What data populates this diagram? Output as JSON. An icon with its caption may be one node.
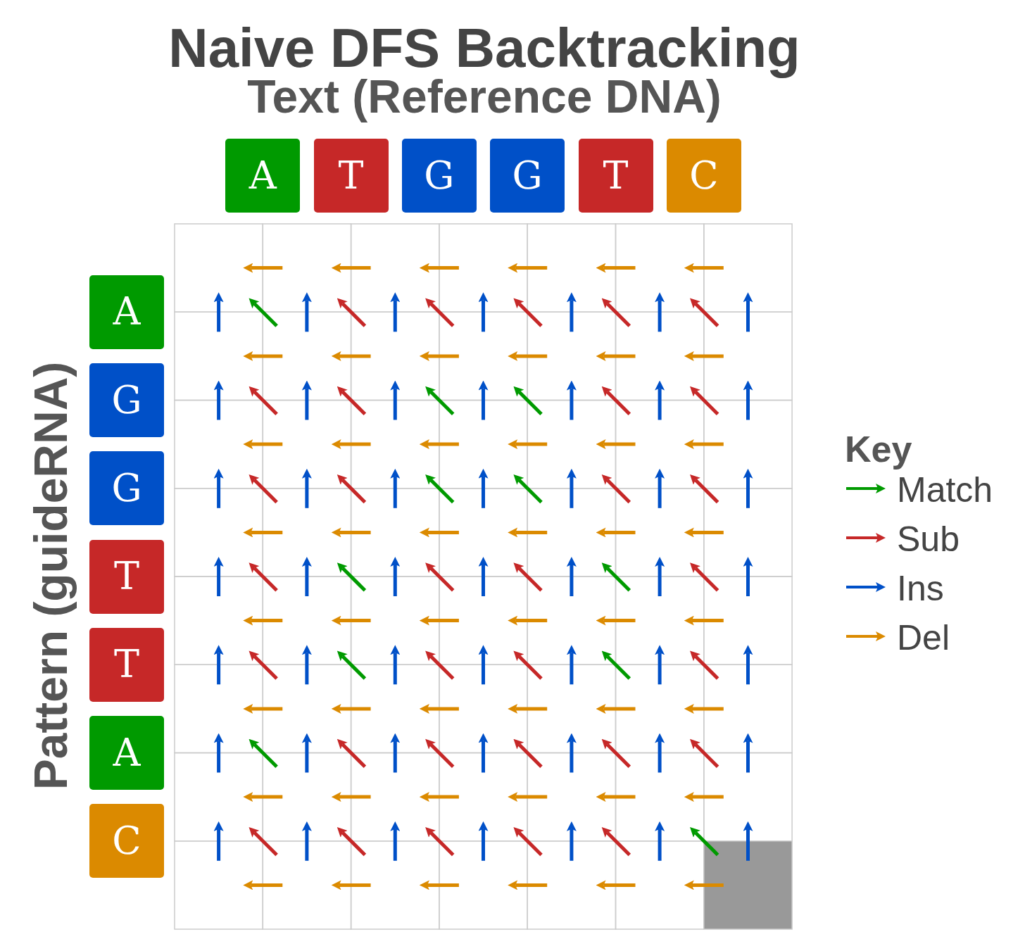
{
  "diagram": {
    "title": "Naive DFS Backtracking",
    "nodes": [
      {
        "text": [
          "A"
        ]
      },
      {
        "text": [
          "T"
        ]
      },
      {
        "text": [
          "G"
        ]
      },
      {
        "text": [
          "G"
        ]
      },
      {
        "text": [
          "T"
        ]
      },
      {
        "text": [
          "C"
        ]
      },
      {
        "text": [
          "A"
        ]
      },
      {
        "text": [
          "G"
        ]
      },
      {
        "text": [
          "G"
        ]
      },
      {
        "text": [
          "T"
        ]
      },
      {
        "text": [
          "T"
        ]
      },
      {
        "text": [
          "A"
        ]
      },
      {
        "text": [
          "C"
        ]
      },
      {
        "text": [],
        "shape": "box"
      },
      {
        "text": [],
        "shape": "box"
      },
      {
        "text": [],
        "shape": "box"
      },
      {
        "text": [],
        "shape": "box"
      },
      {
        "text": [],
        "shape": "box"
      },
      {
        "text": [],
        "shape": "box"
      },
      {
        "text": [],
        "shape": "box"
      },
      {
        "text": [],
        "shape": "box"
      },
      {
        "text": [],
        "shape": "box"
      },
      {
        "text": [],
        "shape": "box"
      },
      {
        "text": [],
        "shape": "box"
      },
      {
        "text": [],
        "shape": "box"
      },
      {
        "text": [],
        "shape": "box"
      },
      {
        "text": [],
        "shape": "box"
      },
      {
        "text": [],
        "shape": "box"
      },
      {
        "text": [],
        "shape": "box"
      },
      {
        "text": [],
        "shape": "box"
      },
      {
        "text": [],
        "shape": "box"
      },
      {
        "text": [],
        "shape": "box"
      },
      {
        "text": [],
        "shape": "box"
      },
      {
        "text": [],
        "shape": "box"
      },
      {
        "text": [],
        "shape": "box"
      },
      {
        "text": [],
        "shape": "box"
      },
      {
        "text": [],
        "shape": "box"
      },
      {
        "text": [],
        "shape": "box"
      },
      {
        "text": [],
        "shape": "box"
      },
      {
        "text": [],
        "shape": "box"
      },
      {
        "text": [],
        "shape": "box"
      },
      {
        "text": [],
        "shape": "box"
      },
      {
        "text": [],
        "shape": "box"
      },
      {
        "text": [],
        "shape": "box"
      },
      {
        "text": [],
        "shape": "box"
      },
      {
        "text": [],
        "shape": "box"
      },
      {
        "text": [],
        "shape": "box"
      },
      {
        "text": [],
        "shape": "box"
      },
      {
        "text": [],
        "shape": "box"
      },
      {
        "text": [],
        "shape": "box"
      },
      {
        "text": [],
        "shape": "box"
      },
      {
        "text": [],
        "shape": "box"
      },
      {
        "text": [],
        "shape": "box"
      },
      {
        "text": [],
        "shape": "box"
      },
      {
        "text": [],
        "shape": "box"
      },
      {
        "text": [],
        "shape": "box"
      },
      {
        "text": [],
        "shape": "box"
      },
      {
        "text": [],
        "shape": "box"
      },
      {
        "text": [],
        "shape": "box"
      },
      {
        "text": [],
        "shape": "box"
      },
      {
        "text": [],
        "shape": "box"
      },
      {
        "text": [],
        "shape": "box"
      },
      {
        "text": [],
        "shape": "box"
      },
      {
        "text": [],
        "shape": "box"
      },
      {
        "text": [],
        "shape": "box"
      },
      {
        "text": [],
        "shape": "box"
      },
      {
        "text": [],
        "shape": "box"
      },
      {
        "text": [],
        "shape": "box"
      },
      {
        "text": [],
        "shape": "box"
      }
    ],
    "edges": [
      {
        "from": 14,
        "to": 13,
        "arrow": "to",
        "color": "#db8a00"
      },
      {
        "from": 15,
        "to": 14,
        "arrow": "to",
        "color": "#db8a00"
      },
      {
        "from": 16,
        "to": 15,
        "arrow": "to",
        "color": "#db8a00"
      },
      {
        "from": 17,
        "to": 16,
        "arrow": "to",
        "color": "#db8a00"
      },
      {
        "from": 18,
        "to": 17,
        "arrow": "to",
        "color": "#db8a00"
      },
      {
        "from": 19,
        "to": 18,
        "arrow": "to",
        "color": "#db8a00"
      },
      {
        "from": 20,
        "to": 13,
        "arrow": "to"
      },
      {
        "from": 21,
        "to": 13,
        "arrow": "to",
        "color": "#009a00"
      },
      {
        "from": 21,
        "to": 14,
        "arrow": "to"
      },
      {
        "from": 22,
        "to": 14,
        "arrow": "to",
        "color": "#c62828"
      },
      {
        "from": 22,
        "to": 15,
        "arrow": "to"
      },
      {
        "from": 23,
        "to": 15,
        "arrow": "to",
        "color": "#c62828"
      },
      {
        "from": 23,
        "to": 16,
        "arrow": "to"
      },
      {
        "from": 24,
        "to": 16,
        "arrow": "to",
        "color": "#c62828"
      },
      {
        "from": 24,
        "to": 17,
        "arrow": "to"
      },
      {
        "from": 25,
        "to": 17,
        "arrow": "to",
        "color": "#c62828"
      },
      {
        "from": 25,
        "to": 18,
        "arrow": "to"
      },
      {
        "from": 26,
        "to": 18,
        "arrow": "to",
        "color": "#c62828"
      },
      {
        "from": 26,
        "to": 19,
        "arrow": "to"
      },
      {
        "from": 21,
        "to": 20,
        "arrow": "to",
        "color": "#db8a00"
      },
      {
        "from": 22,
        "to": 21,
        "arrow": "to",
        "color": "#db8a00"
      },
      {
        "from": 23,
        "to": 22,
        "arrow": "to",
        "color": "#db8a00"
      },
      {
        "from": 24,
        "to": 23,
        "arrow": "to",
        "color": "#db8a00"
      },
      {
        "from": 25,
        "to": 24,
        "arrow": "to",
        "color": "#db8a00"
      },
      {
        "from": 26,
        "to": 25,
        "arrow": "to",
        "color": "#db8a00"
      },
      {
        "from": 27,
        "to": 20,
        "arrow": "to"
      },
      {
        "from": 28,
        "to": 20,
        "arrow": "to",
        "color": "#c62828"
      },
      {
        "from": 28,
        "to": 21,
        "arrow": "to"
      },
      {
        "from": 29,
        "to": 21,
        "arrow": "to",
        "color": "#c62828"
      },
      {
        "from": 29,
        "to": 22,
        "arrow": "to"
      },
      {
        "from": 30,
        "to": 22,
        "arrow": "to",
        "color": "#009a00"
      },
      {
        "from": 30,
        "to": 23,
        "arrow": "to"
      },
      {
        "from": 31,
        "to": 23,
        "arrow": "to",
        "color": "#009a00"
      },
      {
        "from": 31,
        "to": 24,
        "arrow": "to"
      },
      {
        "from": 32,
        "to": 24,
        "arrow": "to",
        "color": "#c62828"
      },
      {
        "from": 32,
        "to": 25,
        "arrow": "to"
      },
      {
        "from": 33,
        "to": 25,
        "arrow": "to",
        "color": "#c62828"
      },
      {
        "from": 33,
        "to": 26,
        "arrow": "to"
      },
      {
        "from": 28,
        "to": 27,
        "arrow": "to",
        "color": "#db8a00"
      },
      {
        "from": 29,
        "to": 28,
        "arrow": "to",
        "color": "#db8a00"
      },
      {
        "from": 30,
        "to": 29,
        "arrow": "to",
        "color": "#db8a00"
      },
      {
        "from": 31,
        "to": 30,
        "arrow": "to",
        "color": "#db8a00"
      },
      {
        "from": 32,
        "to": 31,
        "arrow": "to",
        "color": "#db8a00"
      },
      {
        "from": 33,
        "to": 32,
        "arrow": "to",
        "color": "#db8a00"
      },
      {
        "from": 34,
        "to": 27,
        "arrow": "to"
      },
      {
        "from": 35,
        "to": 27,
        "arrow": "to",
        "color": "#c62828"
      },
      {
        "from": 35,
        "to": 28,
        "arrow": "to"
      },
      {
        "from": 36,
        "to": 28,
        "arrow": "to",
        "color": "#c62828"
      },
      {
        "from": 36,
        "to": 29,
        "arrow": "to"
      },
      {
        "from": 37,
        "to": 29,
        "arrow": "to",
        "color": "#009a00"
      },
      {
        "from": 37,
        "to": 30,
        "arrow": "to"
      },
      {
        "from": 38,
        "to": 30,
        "arrow": "to",
        "color": "#009a00"
      },
      {
        "from": 38,
        "to": 31,
        "arrow": "to"
      },
      {
        "from": 39,
        "to": 31,
        "arrow": "to",
        "color": "#c62828"
      },
      {
        "from": 39,
        "to": 32,
        "arrow": "to"
      },
      {
        "from": 40,
        "to": 32,
        "arrow": "to",
        "color": "#c62828"
      },
      {
        "from": 40,
        "to": 33,
        "arrow": "to"
      },
      {
        "from": 35,
        "to": 34,
        "arrow": "to",
        "color": "#db8a00"
      },
      {
        "from": 36,
        "to": 35,
        "arrow": "to",
        "color": "#db8a00"
      },
      {
        "from": 37,
        "to": 36,
        "arrow": "to",
        "color": "#db8a00"
      },
      {
        "from": 38,
        "to": 37,
        "arrow": "to",
        "color": "#db8a00"
      },
      {
        "from": 39,
        "to": 38,
        "arrow": "to",
        "color": "#db8a00"
      },
      {
        "from": 40,
        "to": 39,
        "arrow": "to",
        "color": "#db8a00"
      },
      {
        "from": 41,
        "to": 34,
        "arrow": "to"
      },
      {
        "from": 42,
        "to": 34,
        "arrow": "to",
        "color": "#c62828"
      },
      {
        "from": 42,
        "to": 35,
        "arrow": "to"
      },
      {
        "from": 43,
        "to": 35,
        "arrow": "to",
        "color": "#009a00"
      },
      {
        "from": 43,
        "to": 36,
        "arrow": "to"
      },
      {
        "from": 44,
        "to": 36,
        "arrow": "to",
        "color": "#c62828"
      },
      {
        "from": 44,
        "to": 37,
        "arrow": "to"
      },
      {
        "from": 45,
        "to": 37,
        "arrow": "to",
        "color": "#c62828"
      },
      {
        "from": 45,
        "to": 38,
        "arrow": "to"
      },
      {
        "from": 46,
        "to": 38,
        "arrow": "to",
        "color": "#009a00"
      },
      {
        "from": 46,
        "to": 39,
        "arrow": "to"
      },
      {
        "from": 47,
        "to": 39,
        "arrow": "to",
        "color": "#c62828"
      },
      {
        "from": 47,
        "to": 40,
        "arrow": "to"
      },
      {
        "from": 42,
        "to": 41,
        "arrow": "to",
        "color": "#db8a00"
      },
      {
        "from": 43,
        "to": 42,
        "arrow": "to",
        "color": "#db8a00"
      },
      {
        "from": 44,
        "to": 43,
        "arrow": "to",
        "color": "#db8a00"
      },
      {
        "from": 45,
        "to": 44,
        "arrow": "to",
        "color": "#db8a00"
      },
      {
        "from": 46,
        "to": 45,
        "arrow": "to",
        "color": "#db8a00"
      },
      {
        "from": 47,
        "to": 46,
        "arrow": "to",
        "color": "#db8a00"
      },
      {
        "from": 48,
        "to": 41,
        "arrow": "to"
      },
      {
        "from": 49,
        "to": 41,
        "arrow": "to",
        "color": "#c62828"
      },
      {
        "from": 49,
        "to": 42,
        "arrow": "to"
      },
      {
        "from": 50,
        "to": 42,
        "arrow": "to",
        "color": "#009a00"
      },
      {
        "from": 50,
        "to": 43,
        "arrow": "to"
      },
      {
        "from": 51,
        "to": 43,
        "arrow": "to",
        "color": "#c62828"
      },
      {
        "from": 51,
        "to": 44,
        "arrow": "to"
      },
      {
        "from": 52,
        "to": 44,
        "arrow": "to",
        "color": "#c62828"
      },
      {
        "from": 52,
        "to": 45,
        "arrow": "to"
      },
      {
        "from": 53,
        "to": 45,
        "arrow": "to",
        "color": "#009a00"
      },
      {
        "from": 53,
        "to": 46,
        "arrow": "to"
      },
      {
        "from": 54,
        "to": 46,
        "arrow": "to",
        "color": "#c62828"
      },
      {
        "from": 54,
        "to": 47,
        "arrow": "to"
      },
      {
        "from": 49,
        "to": 48,
        "arrow": "to",
        "color": "#db8a00"
      },
      {
        "from": 50,
        "to": 49,
        "arrow": "to",
        "color": "#db8a00"
      },
      {
        "from": 51,
        "to": 50,
        "arrow": "to",
        "color": "#db8a00"
      },
      {
        "from": 52,
        "to": 51,
        "arrow": "to",
        "color": "#db8a00"
      },
      {
        "from": 53,
        "to": 52,
        "arrow": "to",
        "color": "#db8a00"
      },
      {
        "from": 54,
        "to": 53,
        "arrow": "to",
        "color": "#db8a00"
      },
      {
        "from": 55,
        "to": 48,
        "arrow": "to"
      },
      {
        "from": 56,
        "to": 48,
        "arrow": "to",
        "color": "#009a00"
      },
      {
        "from": 56,
        "to": 49,
        "arrow": "to"
      },
      {
        "from": 57,
        "to": 49,
        "arrow": "to",
        "color": "#c62828"
      },
      {
        "from": 57,
        "to": 50,
        "arrow": "to"
      },
      {
        "from": 58,
        "to": 50,
        "arrow": "to",
        "color": "#c62828"
      },
      {
        "from": 58,
        "to": 51,
        "arrow": "to"
      },
      {
        "from": 59,
        "to": 51,
        "arrow": "to",
        "color": "#c62828"
      },
      {
        "from": 59,
        "to": 52,
        "arrow": "to"
      },
      {
        "from": 60,
        "to": 52,
        "arrow": "to",
        "color": "#c62828"
      },
      {
        "from": 60,
        "to": 53,
        "arrow": "to"
      },
      {
        "from": 61,
        "to": 53,
        "arrow": "to",
        "color": "#c62828"
      },
      {
        "from": 61,
        "to": 54,
        "arrow": "to"
      },
      {
        "from": 56,
        "to": 55,
        "arrow": "to",
        "color": "#db8a00"
      },
      {
        "from": 57,
        "to": 56,
        "arrow": "to",
        "color": "#db8a00"
      },
      {
        "from": 58,
        "to": 57,
        "arrow": "to",
        "color": "#db8a00"
      },
      {
        "from": 59,
        "to": 58,
        "arrow": "to",
        "color": "#db8a00"
      },
      {
        "from": 60,
        "to": 59,
        "arrow": "to",
        "color": "#db8a00"
      },
      {
        "from": 61,
        "to": 60,
        "arrow": "to",
        "color": "#db8a00"
      },
      {
        "from": 62,
        "to": 55,
        "arrow": "to"
      },
      {
        "from": 63,
        "to": 55,
        "arrow": "to",
        "color": "#c62828"
      },
      {
        "from": 63,
        "to": 56,
        "arrow": "to"
      },
      {
        "from": 64,
        "to": 56,
        "arrow": "to",
        "color": "#c62828"
      },
      {
        "from": 64,
        "to": 57,
        "arrow": "to"
      },
      {
        "from": 65,
        "to": 57,
        "arrow": "to",
        "color": "#c62828"
      },
      {
        "from": 65,
        "to": 58,
        "arrow": "to"
      },
      {
        "from": 66,
        "to": 58,
        "arrow": "to",
        "color": "#c62828"
      },
      {
        "from": 66,
        "to": 59,
        "arrow": "to"
      },
      {
        "from": 67,
        "to": 59,
        "arrow": "to",
        "color": "#c62828"
      },
      {
        "from": 67,
        "to": 60,
        "arrow": "to"
      },
      {
        "from": 68,
        "to": 60,
        "arrow": "to",
        "color": "#009a00"
      },
      {
        "from": 68,
        "to": 61,
        "arrow": "to"
      },
      {
        "from": 63,
        "to": 62,
        "arrow": "to",
        "color": "#db8a00"
      },
      {
        "from": 64,
        "to": 63,
        "arrow": "to",
        "color": "#db8a00"
      },
      {
        "from": 65,
        "to": 64,
        "arrow": "to",
        "color": "#db8a00"
      },
      {
        "from": 66,
        "to": 65,
        "arrow": "to",
        "color": "#db8a00"
      },
      {
        "from": 67,
        "to": 66,
        "arrow": "to",
        "color": "#db8a00"
      },
      {
        "from": 68,
        "to": 67,
        "arrow": "to",
        "color": "#db8a00"
      }
    ],
    "labels": [
      "Text (Reference DNA)",
      "Pattern (guideRNA)",
      "Key"
    ],
    "legend": [
      {
        "text": "Match",
        "color": "#009a00"
      },
      {
        "text": "Sub",
        "color": "#c62828"
      },
      {
        "text": "Ins",
        "color": "#0050c8"
      },
      {
        "text": "Del",
        "color": "#db8a00"
      }
    ]
  }
}
